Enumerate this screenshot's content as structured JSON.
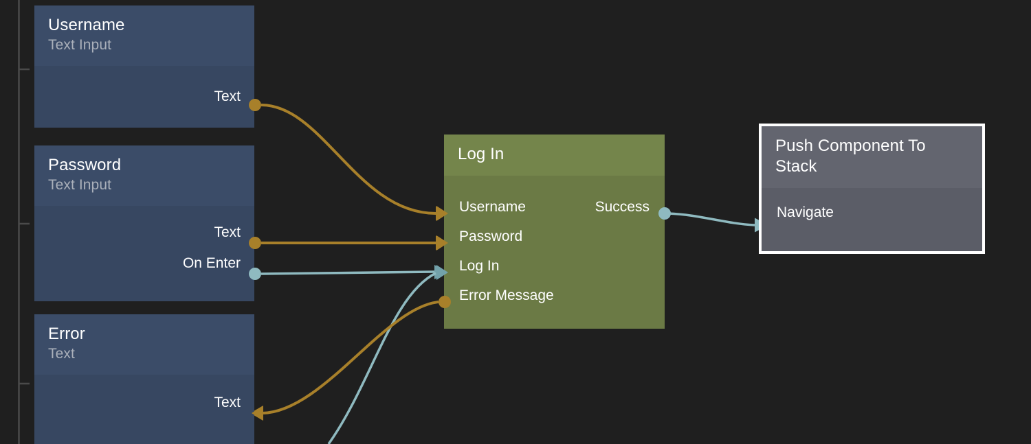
{
  "canvas": {
    "background_color": "#1f1f1f",
    "rail_color": "#4a4a4a"
  },
  "palette": {
    "wire_amber": "#a8802a",
    "wire_teal": "#8fbac0",
    "arrow_teal": "#73a2ab",
    "node_blue_header": "#3b4c68",
    "node_blue_body": "#374761",
    "node_green_header": "#74854b",
    "node_green_body": "#6b7a45",
    "node_gray_header": "#63656f",
    "node_gray_body": "#5b5d67",
    "selection_border": "#ffffff",
    "title_text": "#ffffff",
    "subtitle_text": "#aab0ba"
  },
  "nodes": [
    {
      "id": "username",
      "title": "Username",
      "subtitle": "Text Input",
      "color": "blue",
      "selected": false,
      "outputs": [
        {
          "label": "Text",
          "type": "data",
          "marker": "dot",
          "color": "amber"
        }
      ],
      "inputs": []
    },
    {
      "id": "password",
      "title": "Password",
      "subtitle": "Text Input",
      "color": "blue",
      "selected": false,
      "outputs": [
        {
          "label": "Text",
          "type": "data",
          "marker": "dot",
          "color": "amber"
        },
        {
          "label": "On Enter",
          "type": "event",
          "marker": "dot",
          "color": "teal"
        }
      ],
      "inputs": []
    },
    {
      "id": "error",
      "title": "Error",
      "subtitle": "Text",
      "color": "blue",
      "selected": false,
      "outputs": [],
      "inputs": [
        {
          "label": "Text",
          "type": "data",
          "marker": "arrow-left",
          "color": "amber"
        }
      ]
    },
    {
      "id": "login",
      "title": "Log In",
      "subtitle": "",
      "color": "green",
      "selected": false,
      "inputs": [
        {
          "label": "Username",
          "type": "data",
          "marker": "arrow-right",
          "color": "amber"
        },
        {
          "label": "Password",
          "type": "data",
          "marker": "arrow-right",
          "color": "amber"
        },
        {
          "label": "Log In",
          "type": "event",
          "marker": "arrow-right",
          "color": "teal"
        },
        {
          "label": "Error Message",
          "type": "data",
          "marker": "dot",
          "color": "amber"
        }
      ],
      "outputs": [
        {
          "label": "Success",
          "type": "event",
          "marker": "dot",
          "color": "teal"
        }
      ]
    },
    {
      "id": "push-component",
      "title": "Push Component To Stack",
      "subtitle": "",
      "color": "gray",
      "selected": true,
      "inputs": [
        {
          "label": "Navigate",
          "type": "event",
          "marker": "arrow-right",
          "color": "teal"
        }
      ],
      "outputs": []
    }
  ],
  "connections": [
    {
      "from": "username.Text",
      "to": "login.Username",
      "color": "amber"
    },
    {
      "from": "password.Text",
      "to": "login.Password",
      "color": "amber"
    },
    {
      "from": "password.On Enter",
      "to": "login.Log In",
      "color": "teal"
    },
    {
      "from": "offscreen-below",
      "to": "login.Log In",
      "color": "teal"
    },
    {
      "from": "login.Error Message",
      "to": "error.Text",
      "color": "amber"
    },
    {
      "from": "login.Success",
      "to": "push-component.Navigate",
      "color": "teal"
    }
  ]
}
